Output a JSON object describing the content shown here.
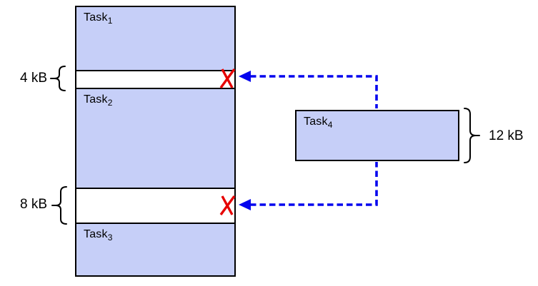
{
  "diagram": {
    "memory_column": {
      "task1": {
        "name": "Task",
        "sub": "1"
      },
      "gap1": {
        "size": "4 kB"
      },
      "task2": {
        "name": "Task",
        "sub": "2"
      },
      "gap2": {
        "size": "8 kB"
      },
      "task3": {
        "name": "Task",
        "sub": "3"
      }
    },
    "incoming_task": {
      "name": "Task",
      "sub": "4",
      "size": "12 kB"
    },
    "icons": {
      "gap1_reject": "x-icon",
      "gap2_reject": "x-icon",
      "gap1_pointer": "arrow-left-icon",
      "gap2_pointer": "arrow-left-icon",
      "gap1_brace": "curly-brace-left",
      "gap2_brace": "curly-brace-left",
      "task4_brace": "curly-brace-right"
    },
    "colors": {
      "task_fill": "#c6cff8",
      "connector_blue": "#0404ee",
      "reject_red": "#e60000",
      "border_black": "#000000",
      "background": "#ffffff"
    }
  }
}
